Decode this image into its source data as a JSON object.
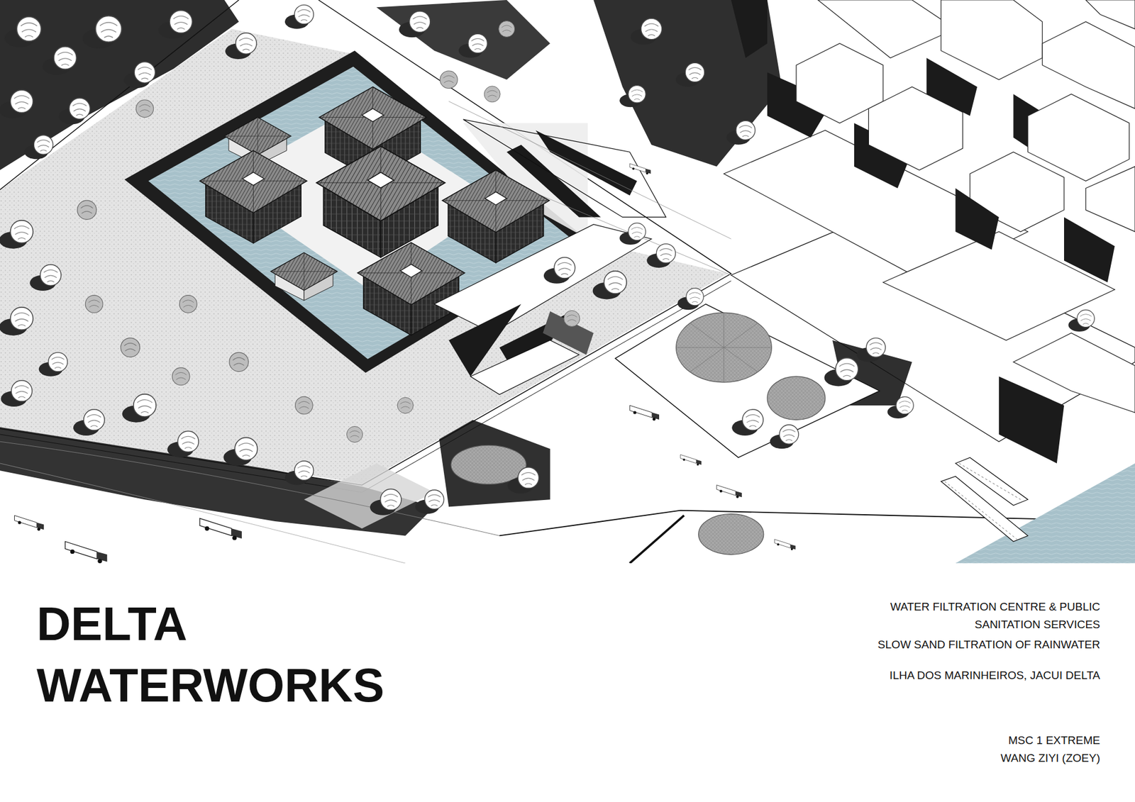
{
  "diagram": {
    "title": "DELTA WATERWORKS",
    "labels": [
      "WATER FILTRATION CENTRE & PUBLIC SANITATION SERVICES",
      "SLOW SAND FILTRATION OF RAINWATER",
      "ILHA DOS MARINHEIROS, JACUI DELTA",
      "MSC 1 EXTREME",
      "WANG ZIYI (ZOEY)"
    ]
  }
}
